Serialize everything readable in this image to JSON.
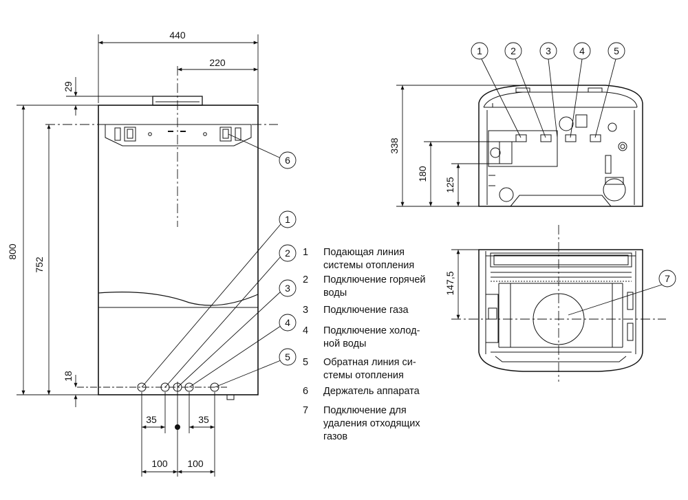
{
  "dimensions": {
    "width_total": "440",
    "width_half": "220",
    "top_offset": "29",
    "height_total": "800",
    "height_mount": "752",
    "bottom_offset": "18",
    "pipe_spacing_left": "35",
    "pipe_spacing_right": "35",
    "pipe_outer_left": "100",
    "pipe_outer_right": "100",
    "top_view_depth": "338",
    "top_view_mid": "180",
    "top_view_low": "125",
    "flue_offset": "147,5"
  },
  "callouts": [
    "1",
    "2",
    "3",
    "4",
    "5",
    "6",
    "7"
  ],
  "legend": [
    {
      "num": "1",
      "lines": [
        "Подающая линия",
        "системы отопления"
      ]
    },
    {
      "num": "2",
      "lines": [
        "Подключение горячей",
        "воды"
      ]
    },
    {
      "num": "3",
      "lines": [
        "Подключение газа"
      ]
    },
    {
      "num": "4",
      "lines": [
        "Подключение холод-",
        "ной воды"
      ]
    },
    {
      "num": "5",
      "lines": [
        "Обратная линия си-",
        "стемы отопления"
      ]
    },
    {
      "num": "6",
      "lines": [
        "Держатель аппарата"
      ]
    },
    {
      "num": "7",
      "lines": [
        "Подключение для",
        "удаления отходящих",
        "газов"
      ]
    }
  ]
}
